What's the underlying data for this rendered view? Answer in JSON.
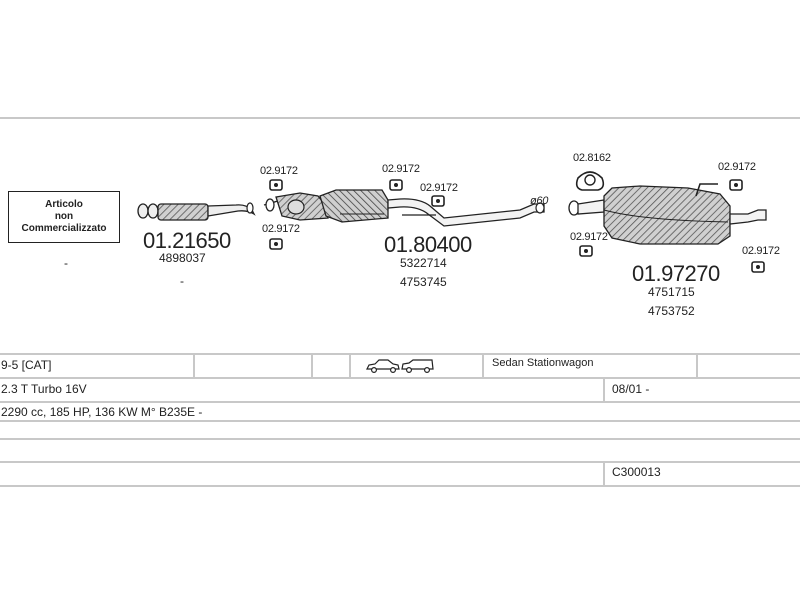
{
  "diagram": {
    "note_box": {
      "line1": "Articolo",
      "line2": "non",
      "line3": "Commercializzato",
      "dot": "-"
    },
    "parts": [
      {
        "number": "01.21650",
        "oem": [
          "4898037"
        ],
        "dot": "-"
      },
      {
        "number": "01.80400",
        "oem": [
          "5322714",
          "4753745"
        ]
      },
      {
        "number": "01.97270",
        "oem": [
          "4751715",
          "4753752"
        ]
      }
    ],
    "accessories": {
      "a1": "02.9172",
      "a2": "02.9172",
      "a3": "02.9172",
      "a4": "02.9172",
      "a5": "02.8162",
      "a6": "02.9172",
      "a7": "02.9172",
      "a8": "02.9172"
    },
    "diameter_label": "ø60"
  },
  "vehicle": {
    "model": "9-5  [CAT]",
    "body_types": "Sedan Stationwagon",
    "engine": "2.3 T Turbo 16V",
    "date_range": "08/01 -",
    "specs": "2290 cc, 185 HP, 136 KW M° B235E -",
    "code": "C300013"
  },
  "icons": [
    "sedan-car-icon",
    "stationwagon-car-icon"
  ]
}
